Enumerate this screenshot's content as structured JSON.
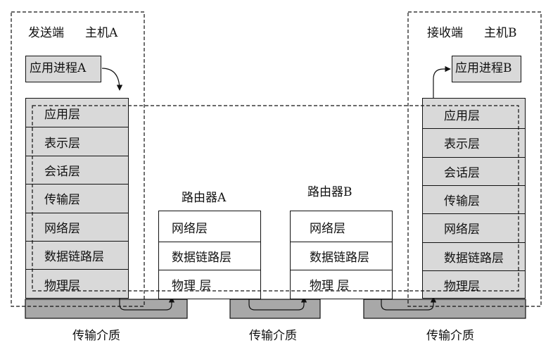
{
  "sender": {
    "title": "发送端",
    "host": "主机A",
    "process": "应用进程A",
    "layers": [
      "应用层",
      "表示层",
      "会话层",
      "传输层",
      "网络层",
      "数据链路层",
      "物理层"
    ]
  },
  "receiver": {
    "title": "接收端",
    "host": "主机B",
    "process": "应用进程B",
    "layers": [
      "应用层",
      "表示层",
      "会话层",
      "传输层",
      "网络层",
      "数据链路层",
      "物理层"
    ]
  },
  "routers": [
    {
      "name": "路由器A",
      "layers": [
        "网络层",
        "数据链路层",
        "物理 层"
      ]
    },
    {
      "name": "路由器B",
      "layers": [
        "网络层",
        "数据链路层",
        "物理 层"
      ]
    }
  ],
  "media": [
    "传输介质",
    "传输介质",
    "传输介质"
  ],
  "colors": {
    "fill": "#d9d9d9",
    "media_fill": "#a8a8a8",
    "line": "#111111"
  }
}
